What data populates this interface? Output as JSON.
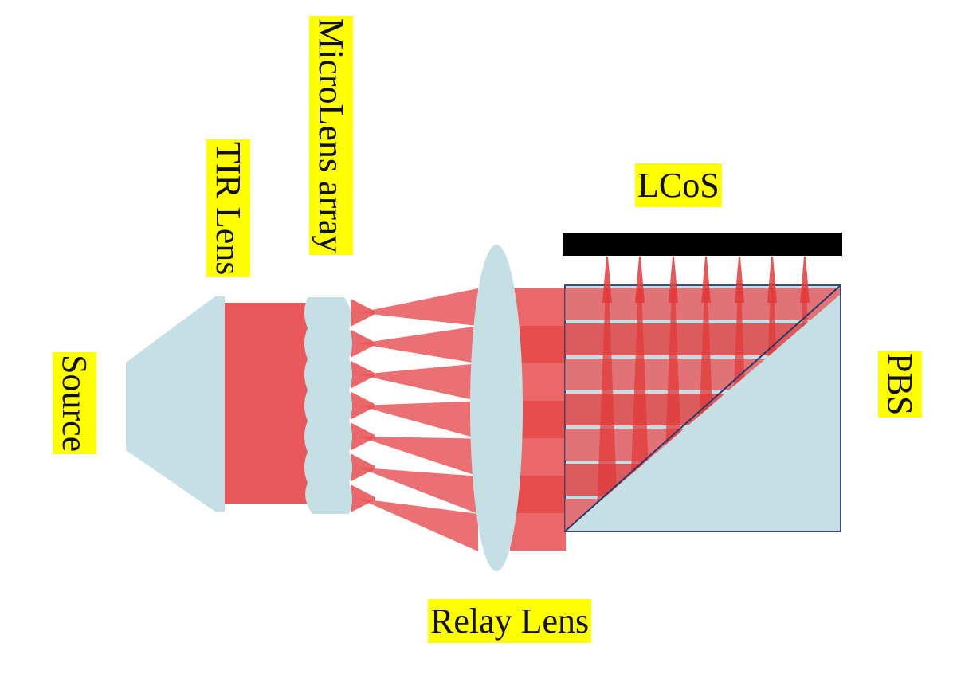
{
  "title": "LCoS projector illumination path diagram",
  "labels": {
    "source": "Source",
    "tir_lens": "TIR Lens",
    "microlens_array": "MicroLens array",
    "lcos": "LCoS",
    "pbs": "PBS",
    "relay_lens": "Relay Lens"
  },
  "components": [
    {
      "id": "source",
      "name": "Source"
    },
    {
      "id": "tir-lens",
      "name": "TIR Lens"
    },
    {
      "id": "microlens-array",
      "name": "MicroLens array",
      "lenslet_count": 7
    },
    {
      "id": "relay-lens",
      "name": "Relay Lens"
    },
    {
      "id": "pbs",
      "name": "PBS"
    },
    {
      "id": "lcos",
      "name": "LCoS"
    }
  ],
  "beamlet_count": 7,
  "colors": {
    "optic_fill": "#c4e0e5",
    "beam": "#e8575a",
    "beam_dark": "#e23a3a",
    "pbs_border": "#3a4a7a",
    "lcos_panel": "#000000",
    "label_bg": "#ffff00",
    "label_text": "#111111"
  }
}
